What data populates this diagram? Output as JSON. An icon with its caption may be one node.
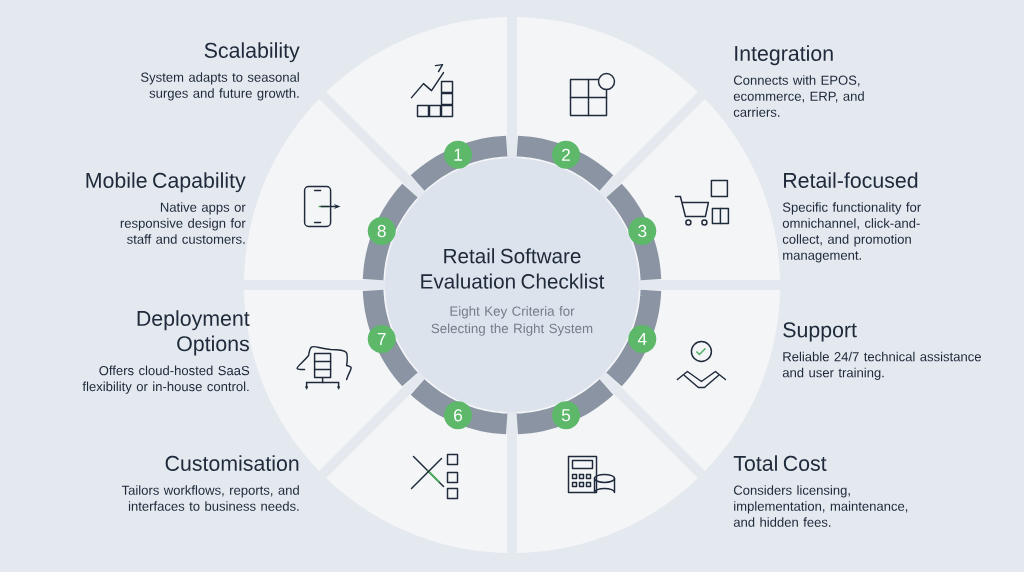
{
  "diagram": {
    "nodes": [
      {
        "text": [
          "Retail Software Evaluation Checklist",
          "Eight Key Criteria for Selecting the Right System"
        ]
      },
      {
        "text": [
          "Scalability",
          "System adapts to seasonal surges and future growth."
        ]
      },
      {
        "text": [
          "Integration",
          "Connects with EPOS, ecommerce, ERP, and carriers."
        ]
      },
      {
        "text": [
          "Retail-focused",
          "Specific functionality for omnichannel, click-and-collect, and promotion management."
        ]
      },
      {
        "text": [
          "Support",
          "Reliable 24/7 technical assistance and user training."
        ]
      },
      {
        "text": [
          "Total Cost",
          "Considers licensing, implementation, maintenance, and hidden fees."
        ]
      },
      {
        "text": [
          "Customisation",
          "Tailors workflows, reports, and interfaces to business needs."
        ]
      },
      {
        "text": [
          "Deployment Options",
          "Offers cloud-hosted SaaS flexibility or in-house control."
        ]
      },
      {
        "text": [
          "Mobile Capability",
          "Native apps or responsive design for staff and customers."
        ]
      }
    ],
    "labels": [
      "1",
      "2",
      "3",
      "4",
      "5",
      "6",
      "7",
      "8"
    ]
  }
}
